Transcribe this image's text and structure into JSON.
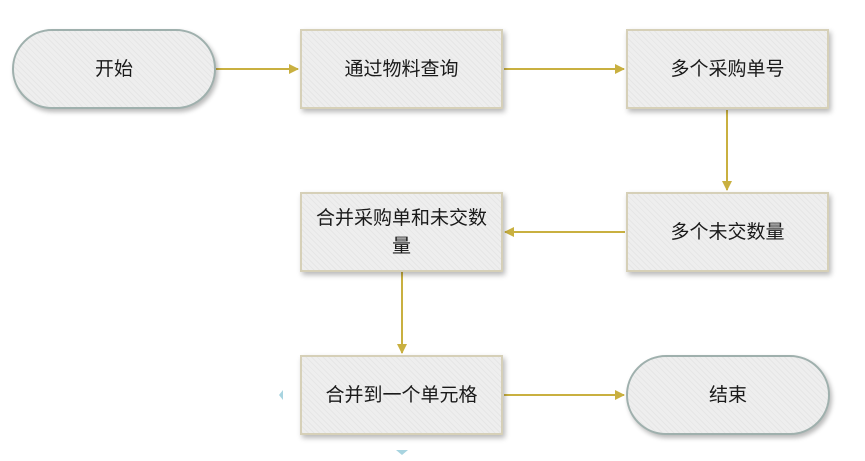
{
  "diagram": {
    "nodes": {
      "start": "开始",
      "query": "通过物料查询",
      "multi_po": "多个采购单号",
      "multi_open_qty": "多个未交数量",
      "merge_po_qty": "合并采购单和未交数量",
      "merge_cell": "合并到一个单元格",
      "end": "结束"
    },
    "colors": {
      "arrow": "#c9b040",
      "node_fill": "#eeeeee",
      "process_border": "#d6d0b8",
      "terminal_border": "#9fb0ad"
    }
  }
}
